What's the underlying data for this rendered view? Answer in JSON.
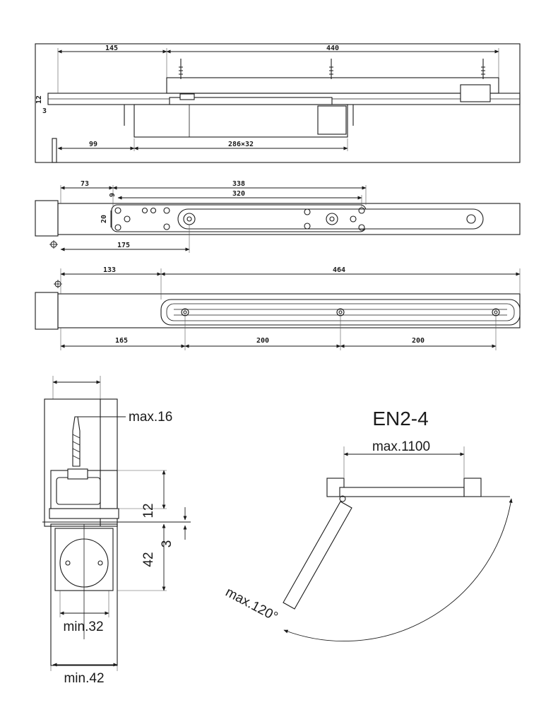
{
  "view1": {
    "dim_145": "145",
    "dim_440": "440",
    "dim_12": "12",
    "dim_3": "3",
    "dim_99": "99",
    "dim_286x32": "286×32"
  },
  "view2": {
    "dim_73": "73",
    "dim_338": "338",
    "dim_320": "320",
    "dim_9": "9",
    "dim_20": "20",
    "dim_175": "175"
  },
  "view3": {
    "dim_133": "133",
    "dim_464": "464",
    "dim_165": "165",
    "dim_200a": "200",
    "dim_200b": "200"
  },
  "section": {
    "max16": "max.16",
    "dim_12": "12",
    "dim_3": "3",
    "dim_42": "42",
    "min32": "min.32",
    "min42": "min.42"
  },
  "plan": {
    "title": "EN2-4",
    "max1100": "max.1100",
    "max120": "max.120°"
  }
}
